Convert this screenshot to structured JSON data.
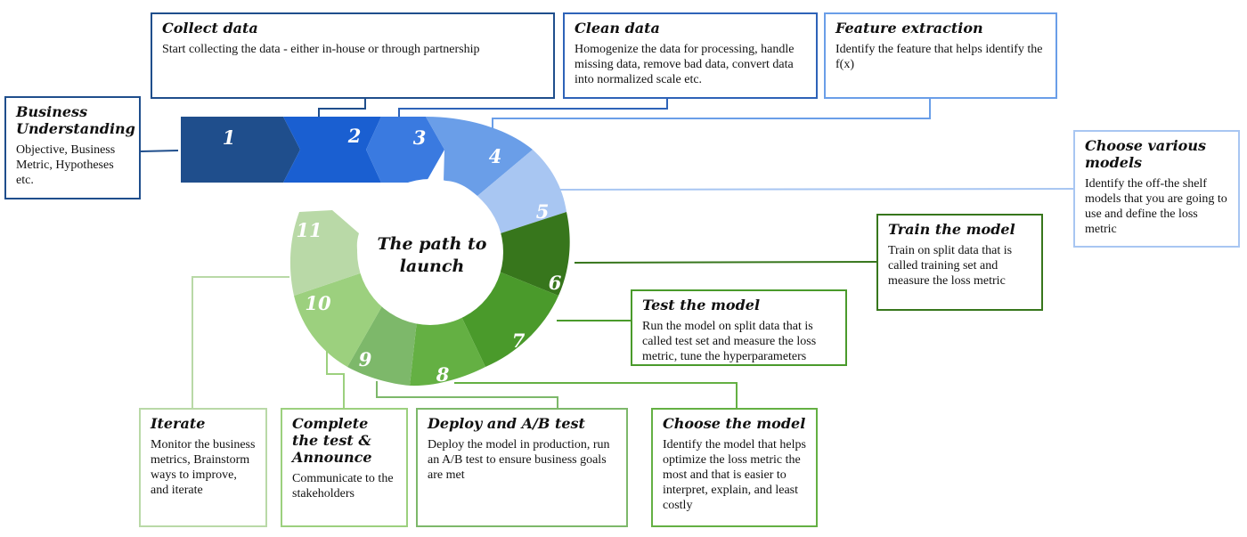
{
  "center_label": "The path to launch",
  "steps": [
    {
      "number": "1",
      "color": "#1f4e8c"
    },
    {
      "number": "2",
      "color": "#1a5fd1"
    },
    {
      "number": "3",
      "color": "#3a7ae0"
    },
    {
      "number": "4",
      "color": "#6a9ee8"
    },
    {
      "number": "5",
      "color": "#a8c6f2"
    },
    {
      "number": "6",
      "color": "#37761c"
    },
    {
      "number": "7",
      "color": "#4a9a2b"
    },
    {
      "number": "8",
      "color": "#64b043"
    },
    {
      "number": "9",
      "color": "#7db86a"
    },
    {
      "number": "10",
      "color": "#9cd07e"
    },
    {
      "number": "11",
      "color": "#b9d9a7"
    }
  ],
  "boxes": {
    "business": {
      "title": "Business Understanding",
      "text": "Objective, Business Metric, Hypotheses etc.",
      "color": "#1f4e8c"
    },
    "collect": {
      "title": "Collect data",
      "text": "Start collecting the data - either in-house or through partnership",
      "color": "#1f4e8c"
    },
    "clean": {
      "title": "Clean data",
      "text": "Homogenize the data for processing, handle missing data, remove bad data, convert data into normalized scale etc.",
      "color": "#2e63b8"
    },
    "feature": {
      "title": "Feature extraction",
      "text": "Identify the feature that helps identify the f(x)",
      "color": "#6a9ee8"
    },
    "choose_various": {
      "title": "Choose various models",
      "text": "Identify the off-the shelf models that you are going to use and define the loss metric",
      "color": "#a8c6f2"
    },
    "train": {
      "title": "Train the model",
      "text": "Train on split data that is called training set and measure the loss metric",
      "color": "#37761c"
    },
    "test": {
      "title": "Test the model",
      "text": "Run the model on split data that is called test set and measure the loss metric, tune the hyperparameters",
      "color": "#4a9a2b"
    },
    "choose_model": {
      "title": "Choose the model",
      "text": "Identify the model that helps optimize the loss metric the most and that is easier to interpret, explain, and least costly",
      "color": "#64b043"
    },
    "deploy": {
      "title": "Deploy and A/B test",
      "text": "Deploy the model in production, run an A/B test to ensure business goals are met",
      "color": "#7db86a"
    },
    "complete": {
      "title": "Complete the test & Announce",
      "text": "Communicate to the stakeholders",
      "color": "#9cd07e"
    },
    "iterate": {
      "title": "Iterate",
      "text": "Monitor the business metrics, Brainstorm ways to improve, and iterate",
      "color": "#b9d9a7"
    }
  }
}
